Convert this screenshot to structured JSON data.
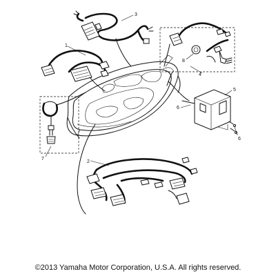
{
  "callouts": [
    "1",
    "2",
    "3",
    "4",
    "5",
    "6",
    "6",
    "7",
    "8"
  ],
  "footer": {
    "copyright": "©2013 Yamaha Motor Corporation, U.S.A. All rights reserved."
  }
}
